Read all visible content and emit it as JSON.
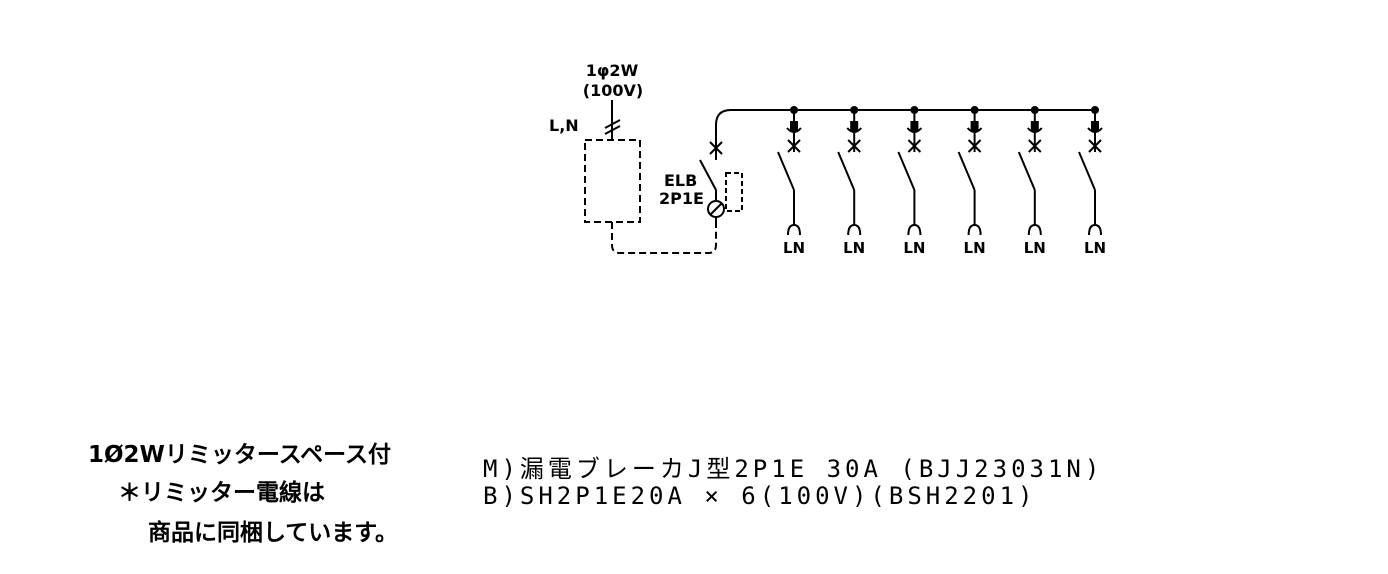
{
  "diagram": {
    "supply": {
      "phase_label": "1φ2W",
      "voltage_label": "(100V)",
      "conductor_label": "L,N"
    },
    "main_breaker": {
      "label_line1": "ELB",
      "label_line2": "2P1E"
    },
    "branches": [
      {
        "label": "LN"
      },
      {
        "label": "LN"
      },
      {
        "label": "LN"
      },
      {
        "label": "LN"
      },
      {
        "label": "LN"
      },
      {
        "label": "LN"
      }
    ]
  },
  "notes": {
    "line1": "1Ø2Wリミッタースペース付",
    "line2": "＊リミッター電線は",
    "line3": "商品に同梱しています。"
  },
  "specs": {
    "line1": "M)漏電ブレーカJ型2P1E 30A (BJJ23031N)",
    "line2": "B)SH2P1E20A × 6(100V)(BSH2201)"
  }
}
